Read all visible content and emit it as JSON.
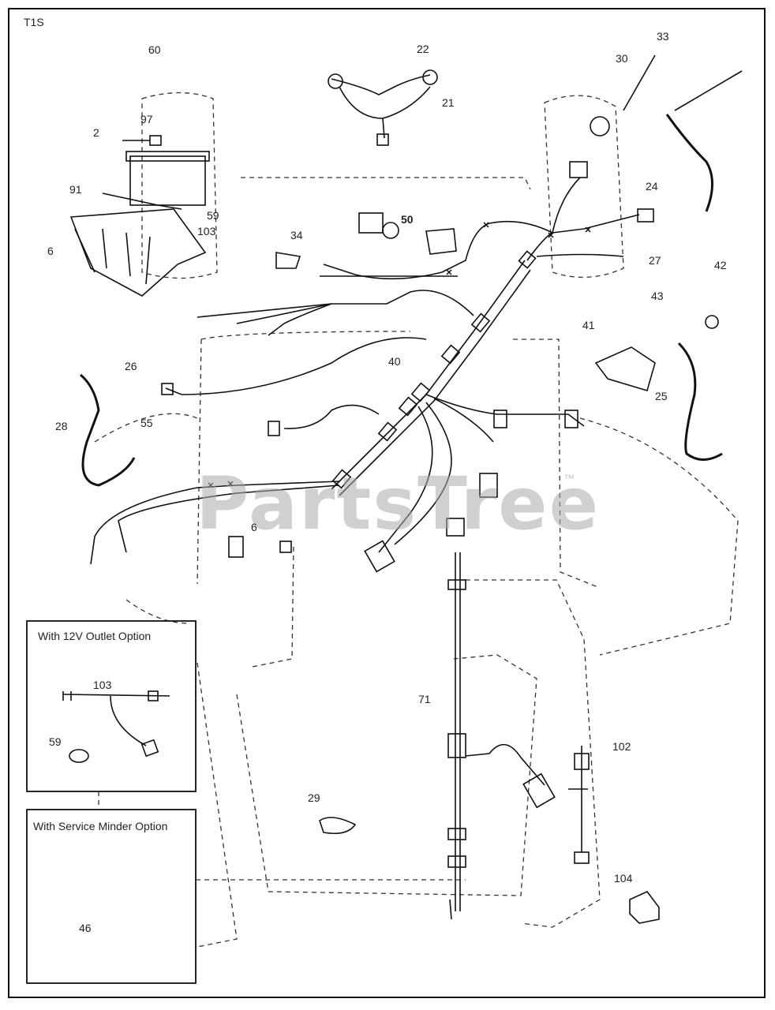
{
  "diagram_id": "T1S",
  "watermark": "PartsTree",
  "watermark_tm": "™",
  "colors": {
    "line": "#111111",
    "dashed": "#333333",
    "watermark": "#aaaaaa"
  },
  "option_boxes": [
    {
      "title": "With 12V Outlet Option",
      "callouts": [
        "103",
        "59"
      ]
    },
    {
      "title": "With Service Minder Option",
      "callouts": [
        "46"
      ]
    }
  ],
  "callouts": {
    "c60": "60",
    "c22": "22",
    "c21": "21",
    "c33": "33",
    "c30": "30",
    "c2": "2",
    "c97": "97",
    "c91": "91",
    "c59": "59",
    "c103": "103",
    "c6a": "6",
    "c34": "34",
    "c50": "50",
    "c24": "24",
    "c27": "27",
    "c42": "42",
    "c43": "43",
    "c41": "41",
    "c25": "25",
    "c26": "26",
    "c40": "40",
    "c28": "28",
    "c55": "55",
    "c6b": "6",
    "c71": "71",
    "c102": "102",
    "c29": "29",
    "c104": "104",
    "b103": "103",
    "b59": "59",
    "b46": "46"
  }
}
